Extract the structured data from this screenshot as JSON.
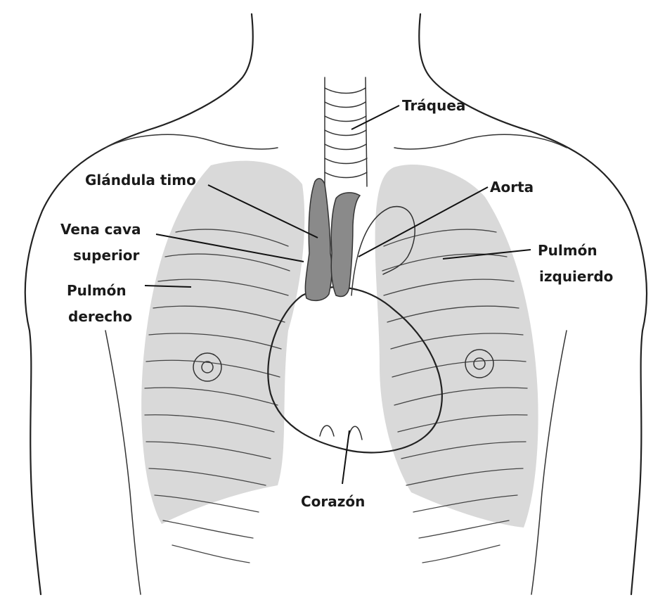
{
  "labels": {
    "trachea": "Tráquea",
    "thymus": "Glándula timo",
    "aorta": "Aorta",
    "vena_cava_1": "Vena cava",
    "vena_cava_2": "superior",
    "left_lung_1": "Pulmón",
    "left_lung_2": "izquierdo",
    "right_lung_1": "Pulmón",
    "right_lung_2": "derecho",
    "heart": "Corazón"
  },
  "colors": {
    "lung_fill": "#d9d9d9",
    "thymus_fill": "#8a8a8a",
    "line": "#222222",
    "background": "#ffffff"
  }
}
